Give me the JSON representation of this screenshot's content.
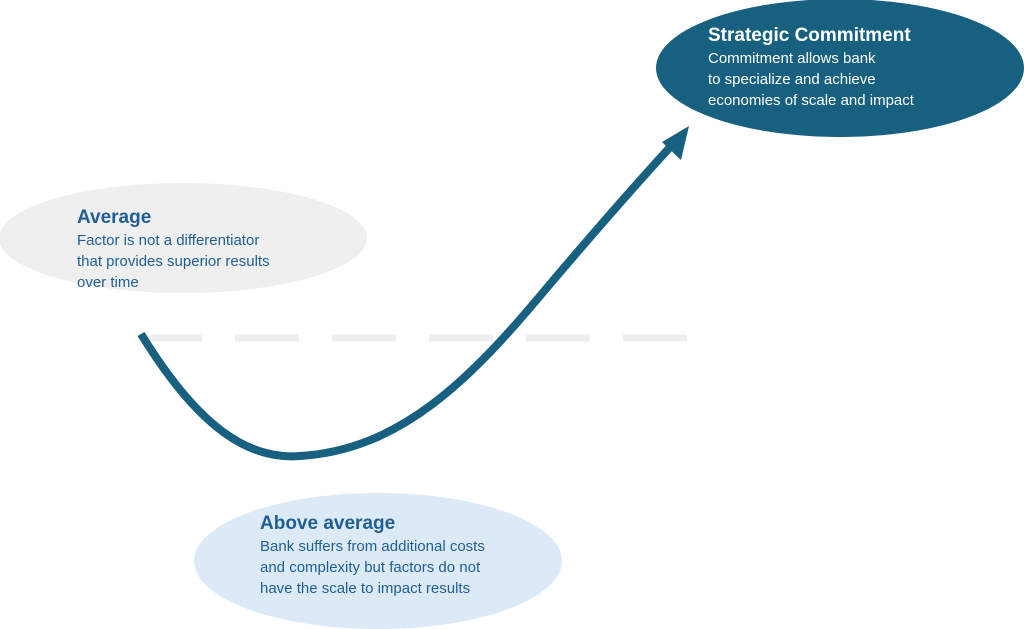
{
  "colors": {
    "curve": "#17607f",
    "strategic_fill": "#17607f",
    "average_fill": "#efefef",
    "above_fill": "#dce9f6",
    "baseline": "#efefef",
    "dark_text": "#1f5f96",
    "light_text": "#ffffff"
  },
  "nodes": {
    "strategic": {
      "title": "Strategic Commitment",
      "lines": [
        "Commitment allows bank",
        "to specialize and achieve",
        "economies of scale and impact"
      ]
    },
    "average": {
      "title": "Average",
      "lines": [
        "Factor is not a differentiator",
        "that provides superior results",
        "over time"
      ]
    },
    "above": {
      "title": "Above average",
      "lines": [
        "Bank suffers from additional costs",
        "and complexity but factors do not",
        "have the scale to impact results"
      ]
    }
  },
  "connectors": {
    "baseline": "dashed-horizontal-line",
    "curve": "j-curve-arrow"
  }
}
